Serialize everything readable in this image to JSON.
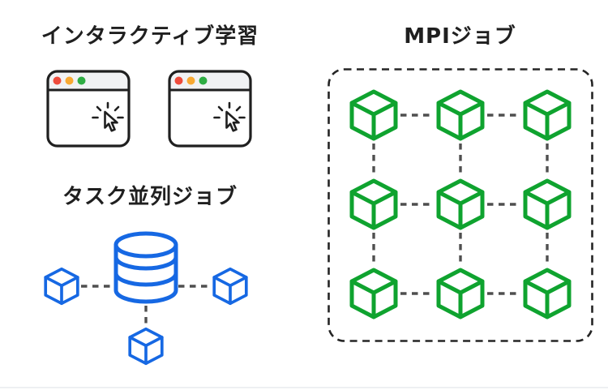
{
  "canvas": {
    "background": "#ffffff"
  },
  "colors": {
    "text": "#1f1f1f",
    "stroke_dark": "#1f1f1f",
    "cube_green": "#0fa32f",
    "accent_blue": "#1668e3",
    "connector_gray": "#4f4f4f",
    "boundary_dark": "#252525",
    "window_bar": "#f1f2f4",
    "dot_red": "#ee4b3c",
    "dot_orange": "#f8a933",
    "dot_green": "#2fad44"
  },
  "sections": {
    "interactive_learning": {
      "title": "インタラクティブ学習",
      "window_count": 2
    },
    "task_parallel": {
      "title": "タスク並列ジョブ",
      "worker_count": 3
    },
    "mpi": {
      "title": "MPIジョブ",
      "grid": {
        "rows": 3,
        "cols": 3
      }
    }
  }
}
